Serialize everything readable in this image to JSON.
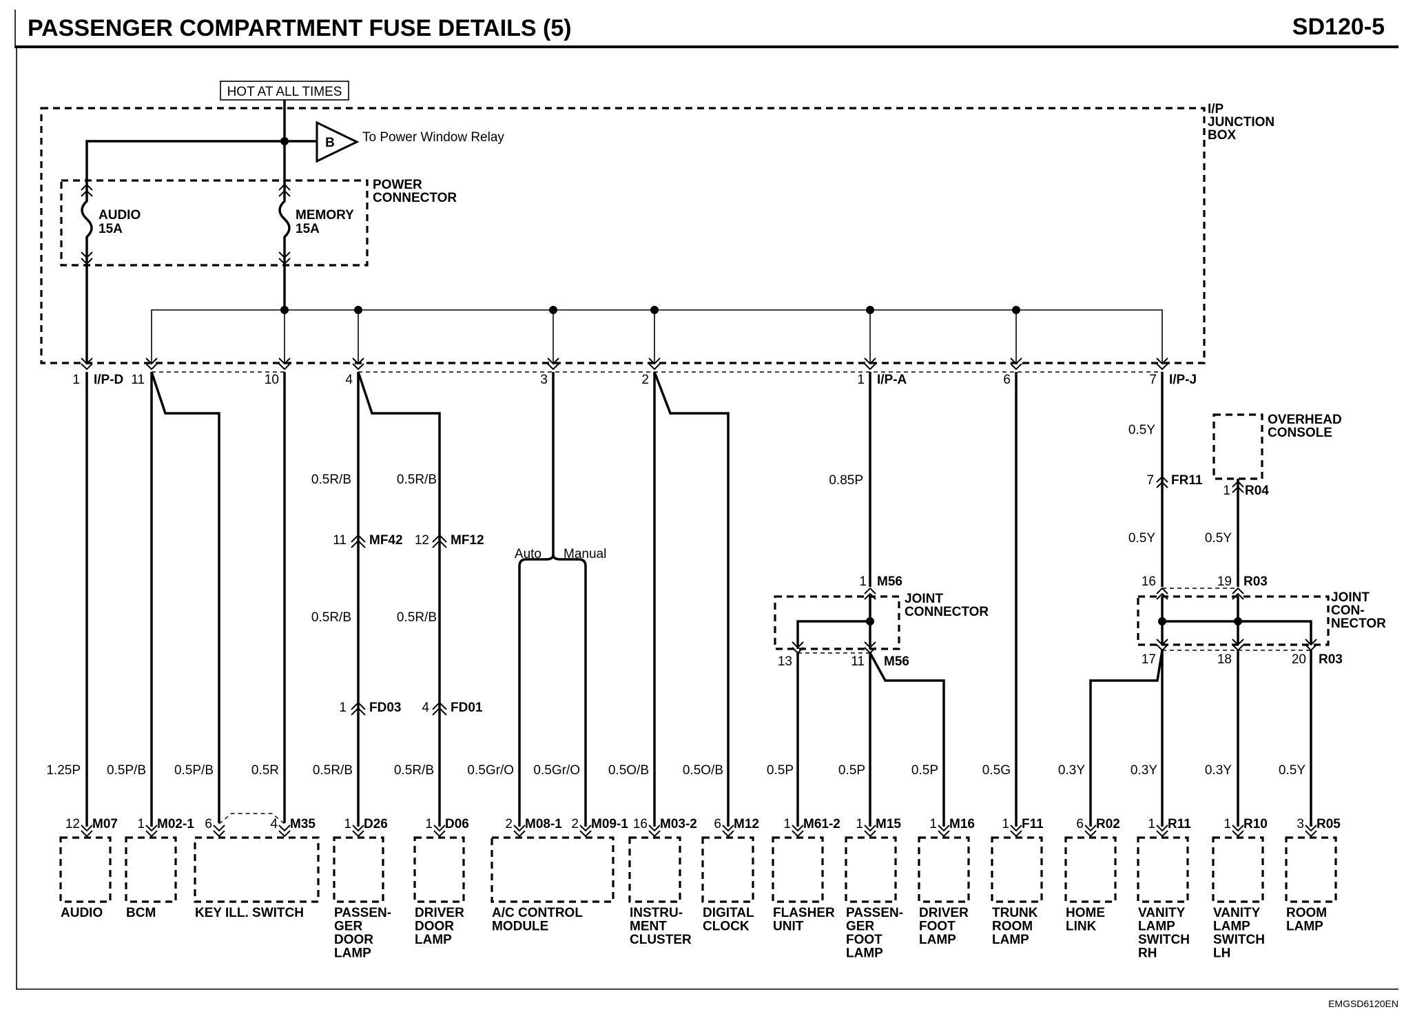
{
  "header": {
    "title": "PASSENGER COMPARTMENT FUSE DETAILS (5)",
    "code": "SD120-5"
  },
  "footer_code": "EMGSD6120EN",
  "junction_box": {
    "label_lines": [
      "I/P",
      "JUNCTION",
      "BOX"
    ],
    "hot_label": "HOT AT ALL TIMES",
    "branch_letter": "B",
    "branch_text": "To Power Window Relay",
    "power_connector_lines": [
      "POWER",
      "CONNECTOR"
    ],
    "fuses": [
      {
        "name": "AUDIO",
        "rating": "15A"
      },
      {
        "name": "MEMORY",
        "rating": "15A"
      }
    ],
    "pins": [
      {
        "id": "p1",
        "num": "1",
        "conn": "I/P-D"
      },
      {
        "id": "p11",
        "num": "11",
        "conn": ""
      },
      {
        "id": "p10",
        "num": "10",
        "conn": ""
      },
      {
        "id": "p4",
        "num": "4",
        "conn": ""
      },
      {
        "id": "p3",
        "num": "3",
        "conn": ""
      },
      {
        "id": "p2",
        "num": "2",
        "conn": ""
      },
      {
        "id": "pa1",
        "num": "1",
        "conn": "I/P-A"
      },
      {
        "id": "p6",
        "num": "6",
        "conn": ""
      },
      {
        "id": "p7",
        "num": "7",
        "conn": "I/P-J"
      }
    ]
  },
  "inline_labels": {
    "wire_mid_left": [
      "0.5R/B",
      "0.5R/B"
    ],
    "mf42": {
      "num": "11",
      "conn": "MF42"
    },
    "mf12": {
      "num": "12",
      "conn": "MF12"
    },
    "wire_mid_left2": [
      "0.5R/B",
      "0.5R/B"
    ],
    "fd03": {
      "num": "1",
      "conn": "FD03"
    },
    "fd01": {
      "num": "4",
      "conn": "FD01"
    },
    "auto": "Auto",
    "manual": "Manual",
    "wire_085p": "0.85P",
    "m56_top": {
      "num": "1",
      "conn": "M56"
    },
    "joint_connector_lines": [
      "JOINT",
      "CONNECTOR"
    ],
    "jc_pin13": "13",
    "jc_pin11": "11",
    "jc_m56": "M56",
    "wire_05y_a": "0.5Y",
    "fr11": {
      "num": "7",
      "conn": "FR11"
    },
    "wire_05y_b": "0.5Y",
    "wire_05y_c": "0.5Y",
    "overhead_console_lines": [
      "OVERHEAD",
      "CONSOLE"
    ],
    "r04": {
      "num": "1",
      "conn": "R04"
    },
    "jc2_pin16": "16",
    "jc2_pin19": "19",
    "jc2_r03_top": "R03",
    "joint_connector2_lines": [
      "JOINT",
      "CON-",
      "NECTOR"
    ],
    "jc2_pin17": "17",
    "jc2_pin18": "18",
    "jc2_pin20": "20",
    "jc2_r03_bot": "R03"
  },
  "bottom_wires": [
    "1.25P",
    "0.5P/B",
    "0.5P/B",
    "0.5R",
    "0.5R/B",
    "0.5R/B",
    "0.5Gr/O",
    "0.5Gr/O",
    "0.5O/B",
    "0.5O/B",
    "0.5P",
    "0.5P",
    "0.5P",
    "0.5G",
    "0.3Y",
    "0.3Y",
    "0.3Y",
    "0.5Y"
  ],
  "bottom_pins": [
    {
      "num": "12",
      "conn": "M07"
    },
    {
      "num": "1",
      "conn": "M02-1"
    },
    {
      "num": "6",
      "conn": ""
    },
    {
      "num": "4",
      "conn": "M35"
    },
    {
      "num": "1",
      "conn": "D26"
    },
    {
      "num": "1",
      "conn": "D06"
    },
    {
      "num": "2",
      "conn": "M08-1"
    },
    {
      "num": "2",
      "conn": "M09-1"
    },
    {
      "num": "16",
      "conn": "M03-2"
    },
    {
      "num": "6",
      "conn": "M12"
    },
    {
      "num": "1",
      "conn": "M61-2"
    },
    {
      "num": "1",
      "conn": "M15"
    },
    {
      "num": "1",
      "conn": "M16"
    },
    {
      "num": "1",
      "conn": "F11"
    },
    {
      "num": "6",
      "conn": "R02"
    },
    {
      "num": "1",
      "conn": "R11"
    },
    {
      "num": "1",
      "conn": "R10"
    },
    {
      "num": "3",
      "conn": "R05"
    }
  ],
  "components": [
    {
      "lines": [
        "AUDIO"
      ]
    },
    {
      "lines": [
        "BCM"
      ]
    },
    {
      "lines": [
        "KEY ILL. SWITCH"
      ]
    },
    {
      "lines": [
        "PASSEN-",
        "GER",
        "DOOR",
        "LAMP"
      ]
    },
    {
      "lines": [
        "DRIVER",
        "DOOR",
        "LAMP"
      ]
    },
    {
      "lines": [
        "A/C CONTROL",
        "MODULE"
      ]
    },
    {
      "lines": [
        "INSTRU-",
        "MENT",
        "CLUSTER"
      ]
    },
    {
      "lines": [
        "DIGITAL",
        "CLOCK"
      ]
    },
    {
      "lines": [
        "FLASHER",
        "UNIT"
      ]
    },
    {
      "lines": [
        "PASSEN-",
        "GER",
        "FOOT",
        "LAMP"
      ]
    },
    {
      "lines": [
        "DRIVER",
        "FOOT",
        "LAMP"
      ]
    },
    {
      "lines": [
        "TRUNK",
        "ROOM",
        "LAMP"
      ]
    },
    {
      "lines": [
        "HOME",
        "LINK"
      ]
    },
    {
      "lines": [
        "VANITY",
        "LAMP",
        "SWITCH",
        "RH"
      ]
    },
    {
      "lines": [
        "VANITY",
        "LAMP",
        "SWITCH",
        "LH"
      ]
    },
    {
      "lines": [
        "ROOM",
        "LAMP"
      ]
    }
  ]
}
